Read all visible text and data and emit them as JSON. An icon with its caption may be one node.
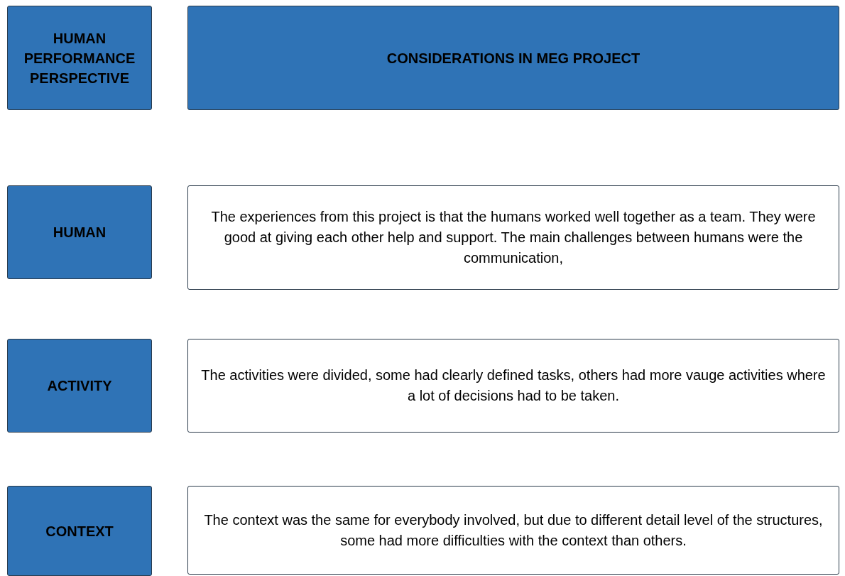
{
  "diagram": {
    "nodes": [
      {
        "text": [
          "HUMAN PERFORMANCE PERSPECTIVE"
        ]
      },
      {
        "text": [
          "CONSIDERATIONS IN MEG PROJECT"
        ]
      },
      {
        "text": [
          "HUMAN"
        ]
      },
      {
        "text": [
          "The experiences from this project is that the humans worked well together as a team. They were good at giving each other help and support. The main challenges between humans were the communication,"
        ]
      },
      {
        "text": [
          "ACTIVITY"
        ]
      },
      {
        "text": [
          "The activities were divided, some had clearly defined tasks, others had more vauge activities where a lot of decisions had to be taken."
        ]
      },
      {
        "text": [
          "CONTEXT"
        ]
      },
      {
        "text": [
          "The context was the same for everybody involved, but due to different detail level of the structures, some had more difficulties with the context than others."
        ]
      }
    ],
    "edges": []
  }
}
